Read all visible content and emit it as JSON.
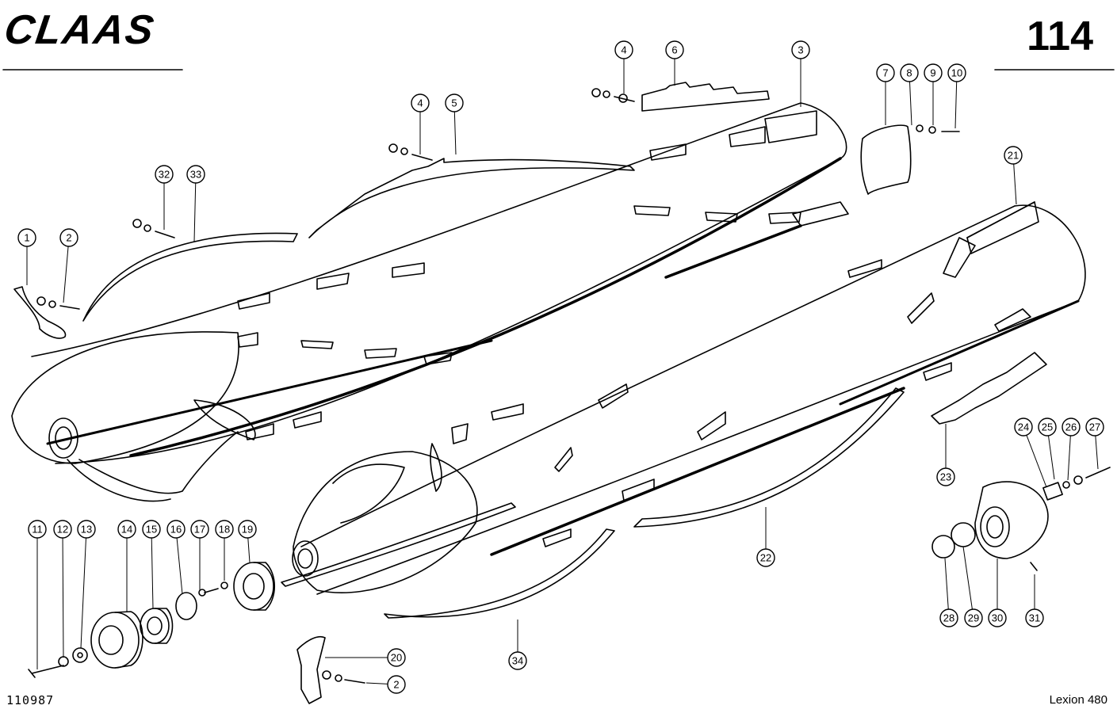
{
  "header": {
    "brand": "CLAAS",
    "page_number": "114"
  },
  "footer": {
    "drawing_code": "110987",
    "model": "Lexion 480"
  },
  "callouts": [
    {
      "label": "1"
    },
    {
      "label": "2"
    },
    {
      "label": "32"
    },
    {
      "label": "33"
    },
    {
      "label": "4"
    },
    {
      "label": "5"
    },
    {
      "label": "4"
    },
    {
      "label": "6"
    },
    {
      "label": "3"
    },
    {
      "label": "7"
    },
    {
      "label": "8"
    },
    {
      "label": "9"
    },
    {
      "label": "10"
    },
    {
      "label": "21"
    },
    {
      "label": "24"
    },
    {
      "label": "25"
    },
    {
      "label": "26"
    },
    {
      "label": "27"
    },
    {
      "label": "23"
    },
    {
      "label": "22"
    },
    {
      "label": "28"
    },
    {
      "label": "29"
    },
    {
      "label": "30"
    },
    {
      "label": "31"
    },
    {
      "label": "11"
    },
    {
      "label": "12"
    },
    {
      "label": "13"
    },
    {
      "label": "14"
    },
    {
      "label": "15"
    },
    {
      "label": "16"
    },
    {
      "label": "17"
    },
    {
      "label": "18"
    },
    {
      "label": "19"
    },
    {
      "label": "20"
    },
    {
      "label": "2"
    },
    {
      "label": "34"
    }
  ]
}
